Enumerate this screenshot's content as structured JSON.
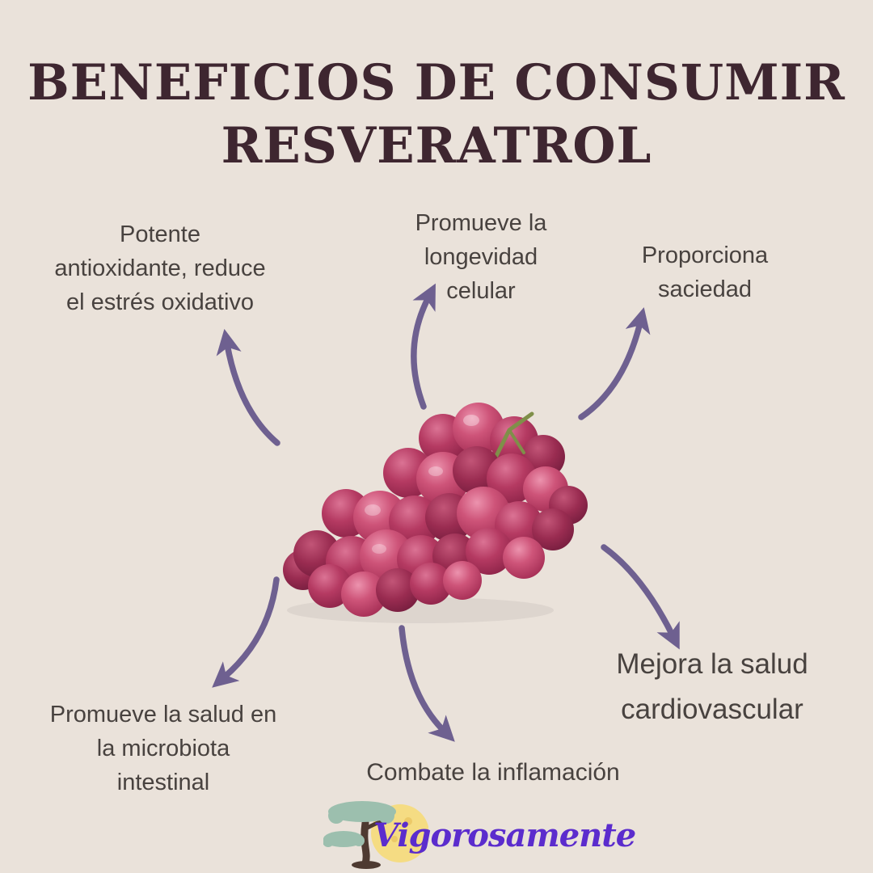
{
  "palette": {
    "bg": "#EAE2DA",
    "title": "#3E2630",
    "text": "#48423F",
    "arrow": "#6E6090",
    "logo_text": "#5B2CCD",
    "foliage": "#9CBFAE",
    "trunk": "#4E3A31",
    "moon": "#F5DC83",
    "grape": "#BE4168",
    "stem": "#7F8F49"
  },
  "title": {
    "lines": [
      "BENEFICIOS DE CONSUMIR",
      "RESVERATROL"
    ]
  },
  "benefits": [
    {
      "name": "antioxidante",
      "lines": [
        "Potente",
        "antioxidante, reduce",
        "el estrés oxidativo"
      ]
    },
    {
      "name": "longevidad",
      "lines": [
        "Promueve la",
        "longevidad",
        "celular"
      ]
    },
    {
      "name": "saciedad",
      "lines": [
        "Proporciona",
        "saciedad"
      ]
    },
    {
      "name": "microbiota",
      "lines": [
        "Promueve la salud en",
        "la microbiota",
        "intestinal"
      ]
    },
    {
      "name": "inflamacion",
      "lines": [
        "Combate la inflamación"
      ]
    },
    {
      "name": "cardiovascular",
      "lines": [
        "Mejora la salud",
        "cardiovascular"
      ]
    }
  ],
  "center_image": {
    "name": "red-grapes"
  },
  "logo": {
    "text": "Vigorosamente",
    "icon": "tree-moon-icon"
  }
}
